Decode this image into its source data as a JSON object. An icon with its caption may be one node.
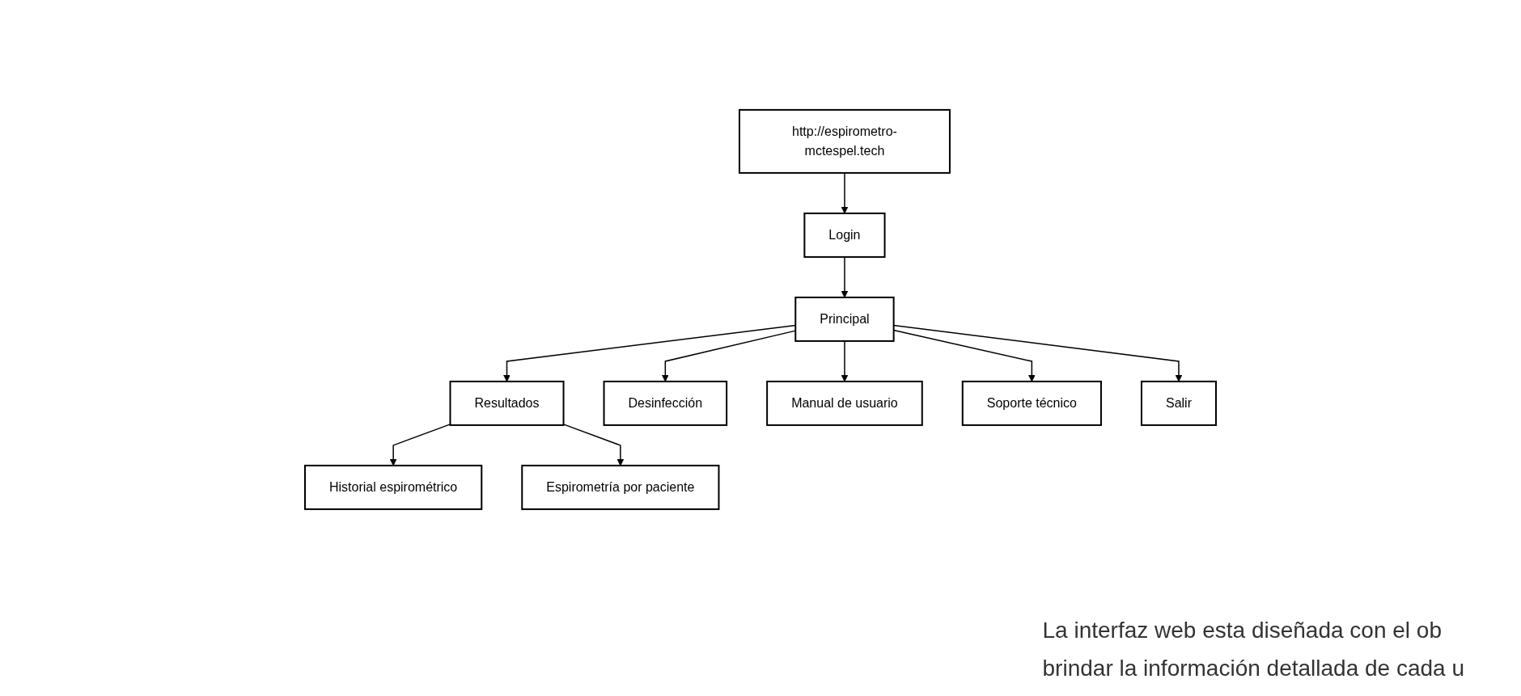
{
  "diagram": {
    "nodes": [
      {
        "text": [
          "http://espirometro-mctespel.tech"
        ]
      },
      {
        "text": [
          "Login"
        ]
      },
      {
        "text": [
          "Principal"
        ]
      },
      {
        "text": [
          "Resultados"
        ]
      },
      {
        "text": [
          "Desinfección"
        ]
      },
      {
        "text": [
          "Manual de usuario"
        ]
      },
      {
        "text": [
          "Soporte técnico"
        ]
      },
      {
        "text": [
          "Salir"
        ]
      },
      {
        "text": [
          "Historial espirométrico"
        ]
      },
      {
        "text": [
          "Espirometría por paciente"
        ]
      }
    ],
    "edges": [
      {
        "from": 0,
        "to": 1,
        "arrow": "to"
      },
      {
        "from": 1,
        "to": 2,
        "arrow": "to"
      },
      {
        "from": 2,
        "to": 3,
        "arrow": "to"
      },
      {
        "from": 2,
        "to": 4,
        "arrow": "to"
      },
      {
        "from": 2,
        "to": 5,
        "arrow": "to"
      },
      {
        "from": 2,
        "to": 6,
        "arrow": "to"
      },
      {
        "from": 2,
        "to": 7,
        "arrow": "to"
      },
      {
        "from": 3,
        "to": 8,
        "arrow": "to"
      },
      {
        "from": 3,
        "to": 9,
        "arrow": "to"
      }
    ],
    "labels": [
      "La interfaz web esta diseñada con el ob",
      "brindar la información detallada de cada u"
    ]
  }
}
